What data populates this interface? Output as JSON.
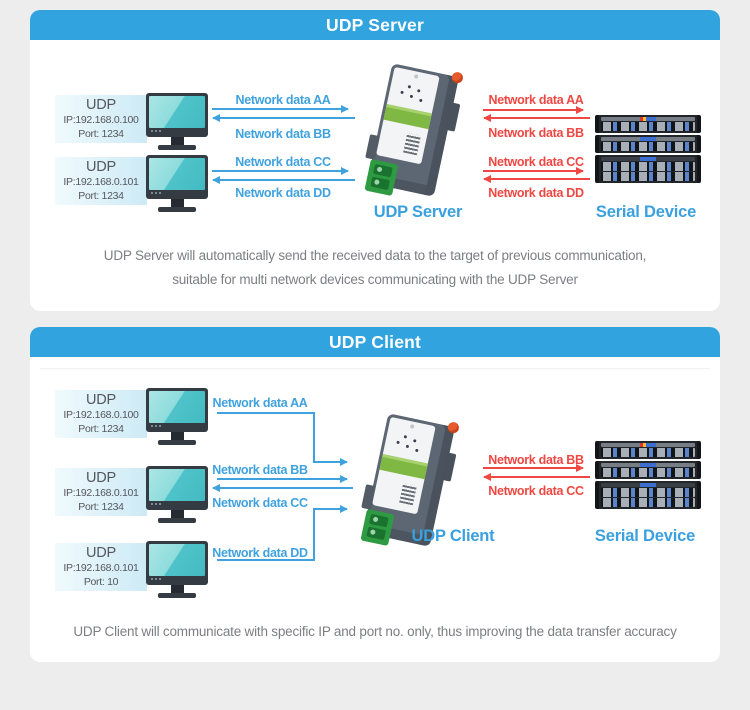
{
  "colors": {
    "accent_blue": "#31a3df",
    "arrow_blue": "#3fa2df",
    "arrow_red": "#ef4742",
    "panel_bg": "#ffffff",
    "page_bg": "#ededee",
    "text_gray": "#55575c",
    "caption_gray": "#7c7e82"
  },
  "server": {
    "title": "UDP Server",
    "device_label": "UDP Server",
    "serial_label": "Serial Device",
    "caption1": "UDP Server will automatically send the received data to the target of previous communication,",
    "caption2": "suitable for multi network devices communicating with the UDP Server",
    "clients": [
      {
        "proto": "UDP",
        "ip": "IP:192.168.0.100",
        "port": "Port: 1234"
      },
      {
        "proto": "UDP",
        "ip": "IP:192.168.0.101",
        "port": "Port: 1234"
      }
    ],
    "lan": [
      {
        "send": "Network data AA",
        "recv": "Network data BB"
      },
      {
        "send": "Network data CC",
        "recv": "Network data DD"
      }
    ],
    "serial": [
      {
        "send": "Network data AA",
        "recv": "Network data BB"
      },
      {
        "send": "Network data CC",
        "recv": "Network data DD"
      }
    ]
  },
  "client": {
    "title": "UDP Client",
    "device_label": "UDP Client",
    "serial_label": "Serial Device",
    "caption1": "UDP Client will communicate with specific IP and port no. only, thus improving the data transfer accuracy",
    "clients": [
      {
        "proto": "UDP",
        "ip": "IP:192.168.0.100",
        "port": "Port: 1234"
      },
      {
        "proto": "UDP",
        "ip": "IP:192.168.0.101",
        "port": "Port: 1234"
      },
      {
        "proto": "UDP",
        "ip": "IP:192.168.0.101",
        "port": "Port: 10"
      }
    ],
    "lan": {
      "aa": "Network data AA",
      "bb": "Network data BB",
      "cc": "Network data CC",
      "dd": "Network data DD"
    },
    "serial": {
      "send": "Network data BB",
      "recv": "Network data CC"
    }
  }
}
